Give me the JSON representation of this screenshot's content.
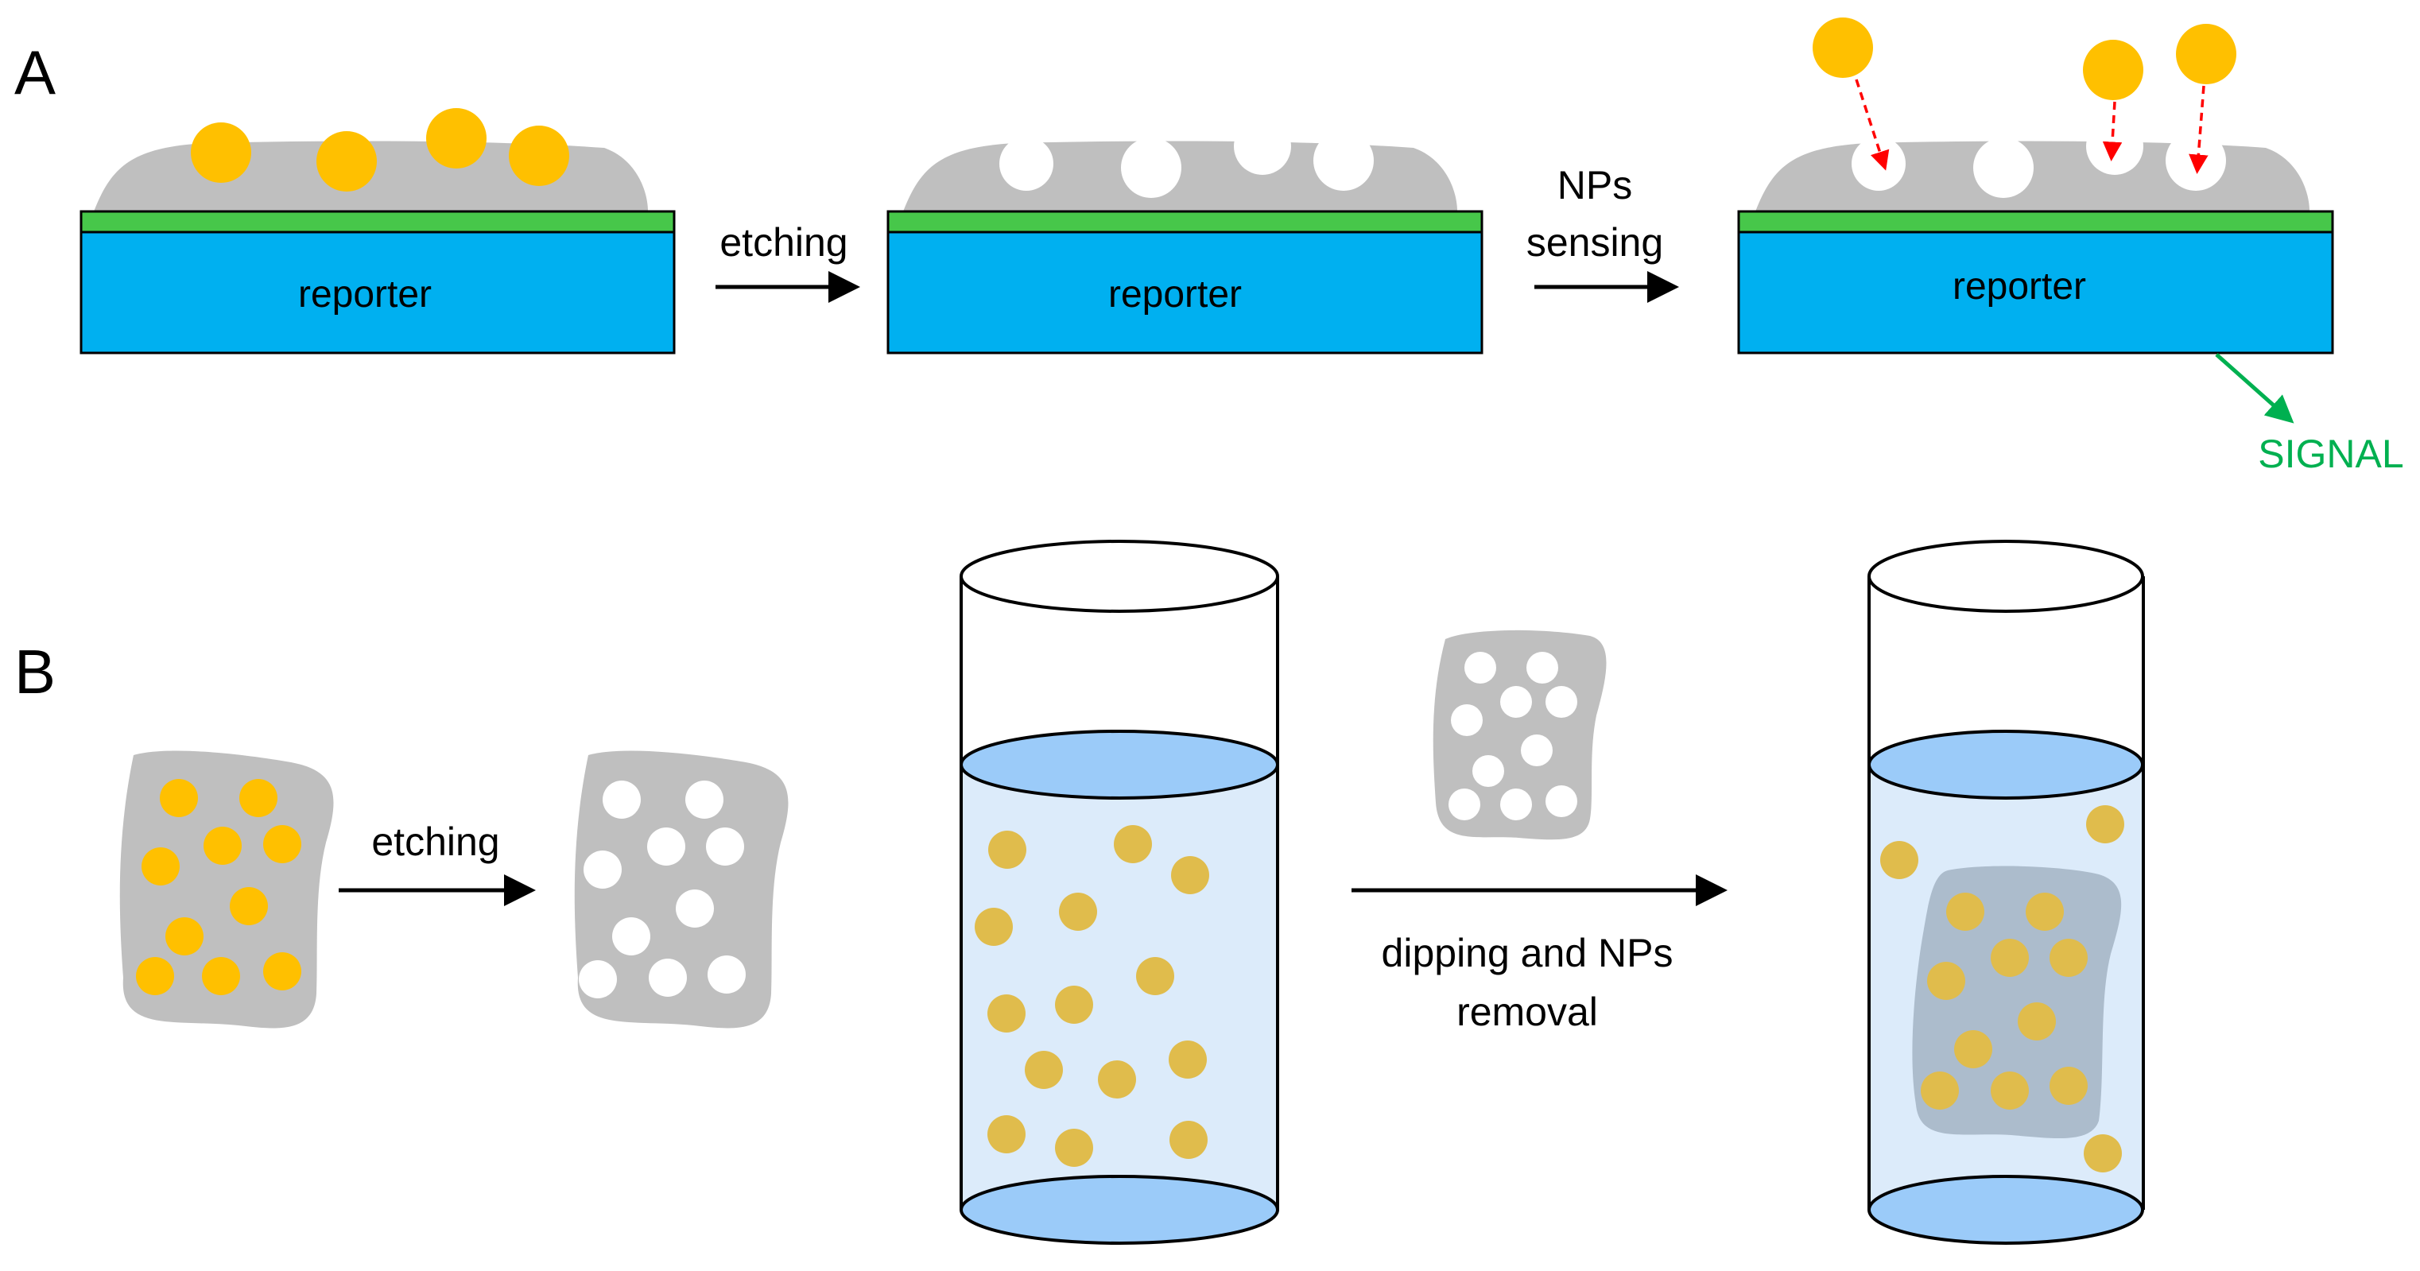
{
  "panels": {
    "a": {
      "letter": "A",
      "reporter_label": "reporter",
      "step1_label": "etching",
      "step2_label_line1": "NPs",
      "step2_label_line2": "sensing",
      "signal_label": "SIGNAL"
    },
    "b": {
      "letter": "B",
      "step1_label": "etching",
      "step2_label_line1": "dipping and NPs",
      "step2_label_line2": "removal"
    }
  },
  "colors": {
    "polymer": "#bfbfbf",
    "nanoparticle": "#ffc000",
    "nanoparticle_in_liquid": "#e0bc4c",
    "reporter": "#00b0f0",
    "sensing_layer": "#47c74a",
    "signal": "#00b050",
    "arrow_dashed": "#ff0000",
    "liquid": "#dcebfa",
    "liquid_surface": "#9bcbf9",
    "absorbed_membrane": "#acbccc"
  }
}
